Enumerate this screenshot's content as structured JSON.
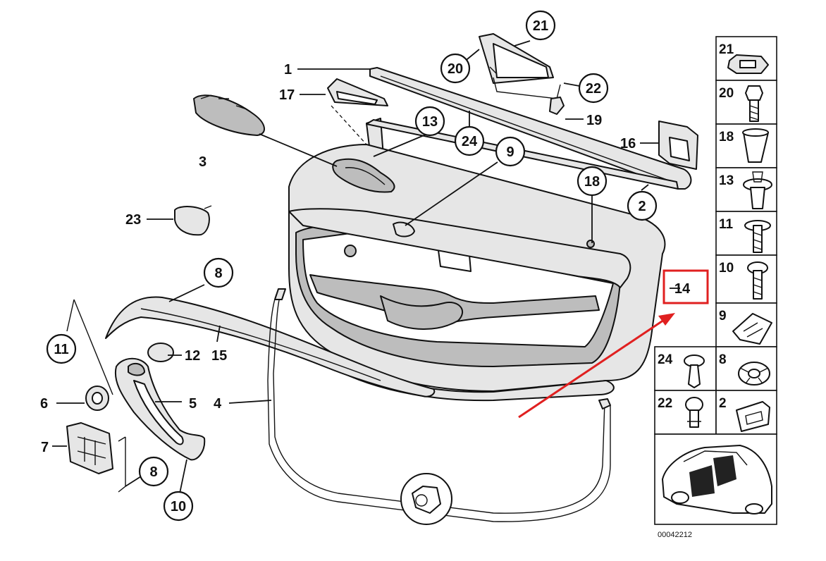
{
  "callouts": {
    "c1": "1",
    "c2": "2",
    "c3": "3",
    "c4": "4",
    "c5": "5",
    "c6": "6",
    "c7": "7",
    "c8a": "8",
    "c8b": "8",
    "c9": "9",
    "c10": "10",
    "c11": "11",
    "c12": "12",
    "c13": "13",
    "c14": "14",
    "c15": "15",
    "c16": "16",
    "c17": "17",
    "c18": "18",
    "c19": "19",
    "c20": "20",
    "c21": "21",
    "c22": "22",
    "c23": "23",
    "c24": "24"
  },
  "legend_panel": {
    "cells": [
      "21",
      "20",
      "18",
      "13",
      "11",
      "10",
      "9",
      "24",
      "8",
      "22",
      "2"
    ]
  },
  "document_number": "00042212",
  "highlight": {
    "callout": "14",
    "color": "#e02020"
  },
  "arrow_color": "#e02020"
}
